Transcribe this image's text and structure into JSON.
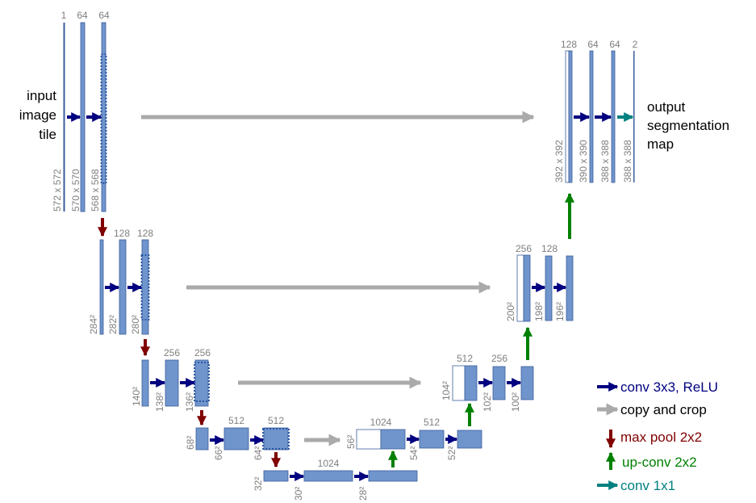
{
  "input_label": [
    "input",
    "image",
    "tile"
  ],
  "output_label": [
    "output",
    "segmentation",
    "map"
  ],
  "channels": {
    "l1": [
      "1",
      "64",
      "64"
    ],
    "l2": [
      "128",
      "128"
    ],
    "l3": [
      "256",
      "256"
    ],
    "l4": [
      "512",
      "512"
    ],
    "bottom": [
      "1024"
    ],
    "d4": [
      "1024",
      "512"
    ],
    "d3": [
      "512",
      "256"
    ],
    "d2": [
      "256",
      "128"
    ],
    "d1": [
      "128",
      "64",
      "64",
      "2"
    ]
  },
  "sizes": {
    "l1": [
      "572 x 572",
      "570 x 570",
      "568 x 568"
    ],
    "l2": [
      "284²",
      "282²",
      "280²"
    ],
    "l3": [
      "140²",
      "138²",
      "136²"
    ],
    "l4": [
      "68²",
      "66²",
      "64²"
    ],
    "bottom": [
      "32²",
      "30²",
      "28²"
    ],
    "d4": [
      "56²",
      "54²",
      "52²"
    ],
    "d3": [
      "104²",
      "102²",
      "100²"
    ],
    "d2": [
      "200²",
      "198²",
      "196²"
    ],
    "d1": [
      "392 x 392",
      "390 x 390",
      "388 x 388",
      "388 x 388"
    ]
  },
  "legend": [
    {
      "label": "conv 3x3, ReLU",
      "color": "#000080",
      "icon": "right-arrow-icon"
    },
    {
      "label": "copy and crop",
      "color": "#aaaaaa",
      "icon": "right-arrow-icon"
    },
    {
      "label": "max pool 2x2",
      "color": "#800000",
      "icon": "down-arrow-icon"
    },
    {
      "label": "up-conv 2x2",
      "color": "#008000",
      "icon": "up-arrow-icon"
    },
    {
      "label": "conv 1x1",
      "color": "#008080",
      "icon": "right-arrow-icon"
    }
  ],
  "colors": {
    "feature_map": "#7094cc",
    "feature_map_border": "#3a5e9c",
    "label_gray": "#7f7f7f",
    "conv": "#000080",
    "copy": "#aaaaaa",
    "pool": "#800000",
    "upconv": "#008000",
    "conv1x1": "#008080"
  }
}
